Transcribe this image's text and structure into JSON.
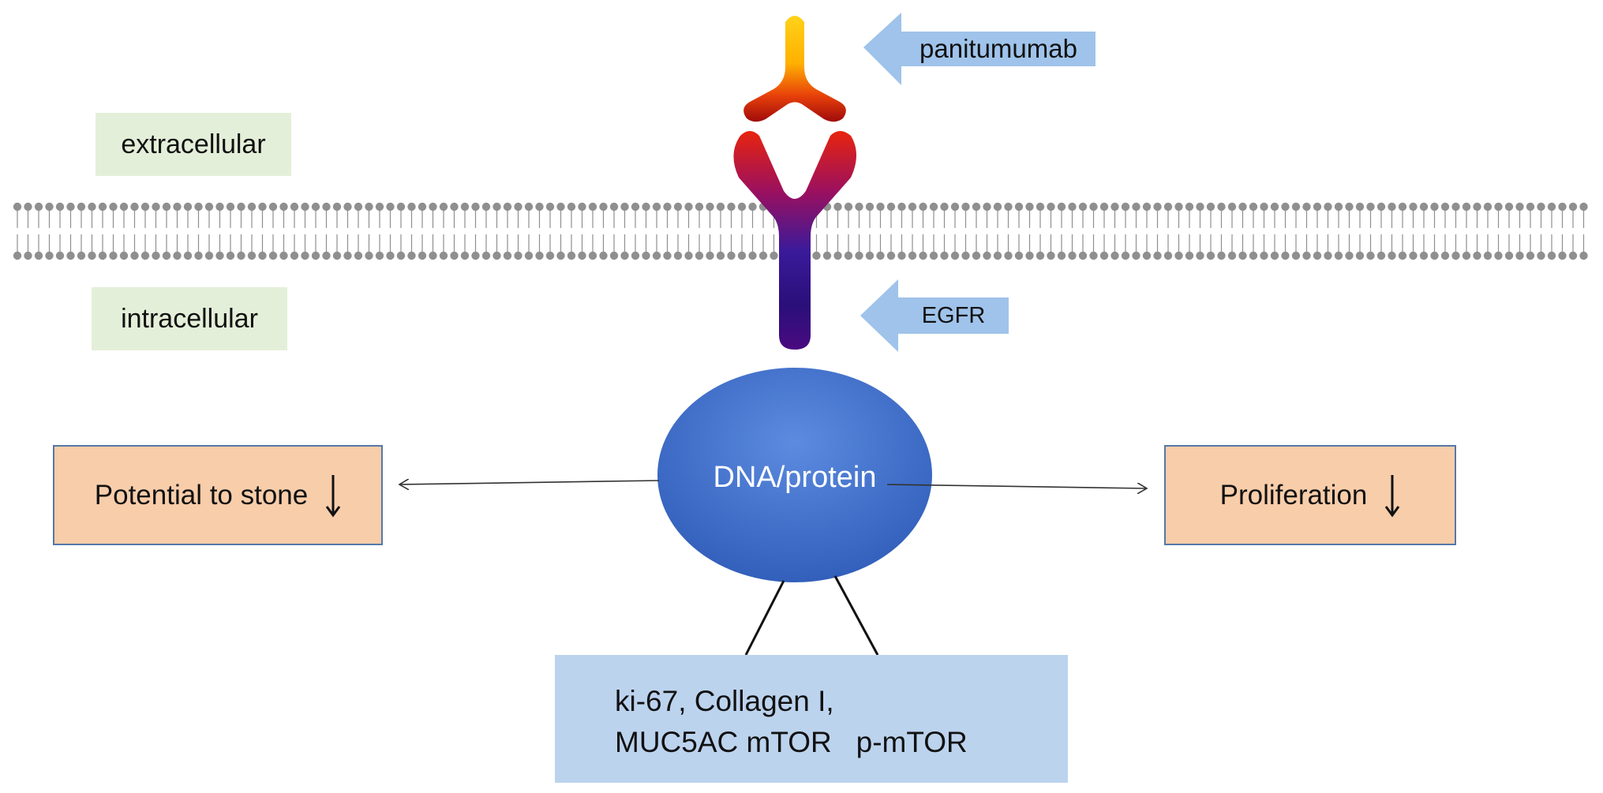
{
  "labels": {
    "extracellular": "extracellular",
    "intracellular": "intracellular",
    "drug": "panitumumab",
    "receptor": "EGFR",
    "center": "DNA/protein",
    "left_effect": "Potential to stone",
    "right_effect": "Proliferation"
  },
  "markers": {
    "line1": "ki-67, Collagen I,",
    "line2": "MUC5AC mTOR   p-mTOR"
  },
  "colors": {
    "region_label_bg": "#e4efd9",
    "pointer_arrow": "#9fc3ea",
    "ellipse": "#3f6fc9",
    "outcome_bg": "#f8cdaa",
    "outcome_border": "#5578a8",
    "markers_bg": "#bcd3ee",
    "membrane": "#8f8f8f"
  }
}
